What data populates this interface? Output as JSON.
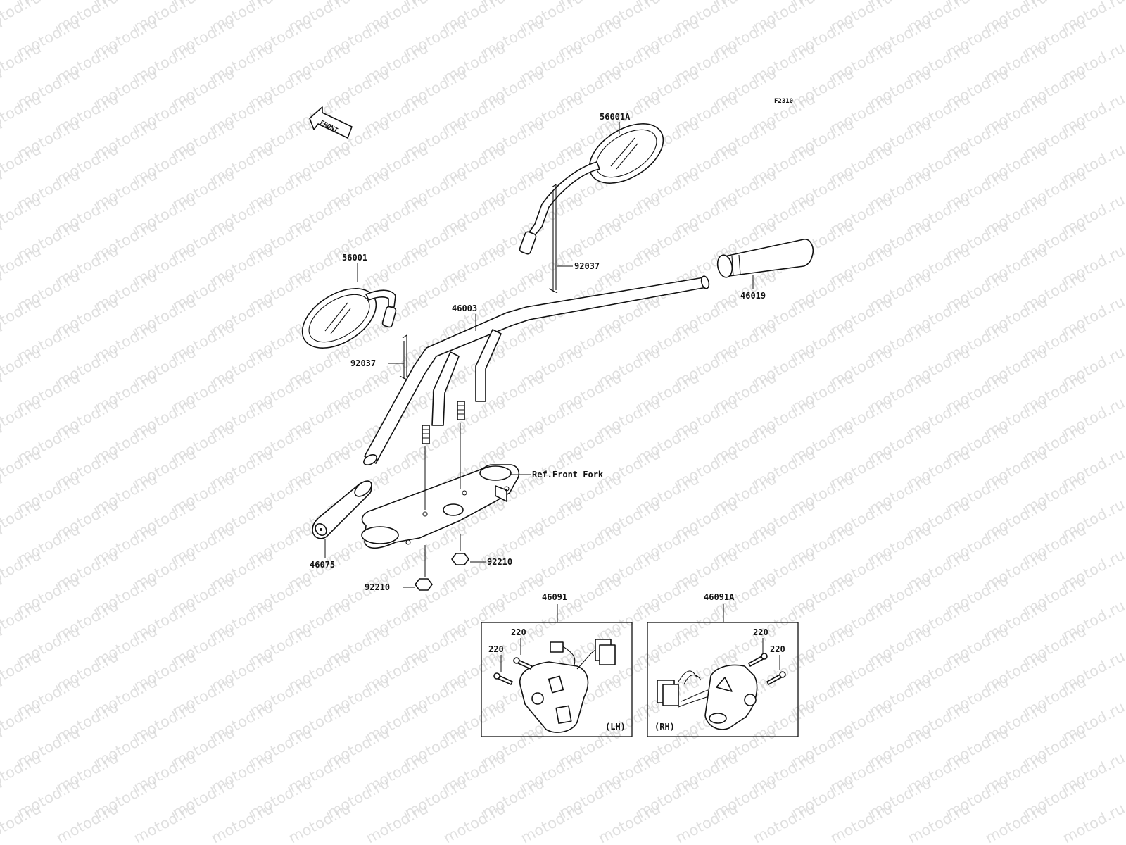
{
  "figure_code": "F2310",
  "front_label": "FRONT",
  "watermark": "motod.ru",
  "parts": {
    "mirror_right": "56001A",
    "mirror_left": "56001",
    "cotter_pin_right": "92037",
    "cotter_pin_left": "92037",
    "handlebar": "46003",
    "grip_right": "46019",
    "grip_left": "46075",
    "nut_right": "92210",
    "nut_left": "92210",
    "switch_lh": "46091",
    "switch_rh": "46091A",
    "screw_lh_a": "220",
    "screw_lh_b": "220",
    "screw_rh_a": "220",
    "screw_rh_b": "220"
  },
  "ref_front_fork": "Ref.Front Fork",
  "box_lh_label": "(LH)",
  "box_rh_label": "(RH)",
  "colors": {
    "line": "#111111",
    "watermark": "#c8c8c8",
    "background": "#ffffff"
  }
}
